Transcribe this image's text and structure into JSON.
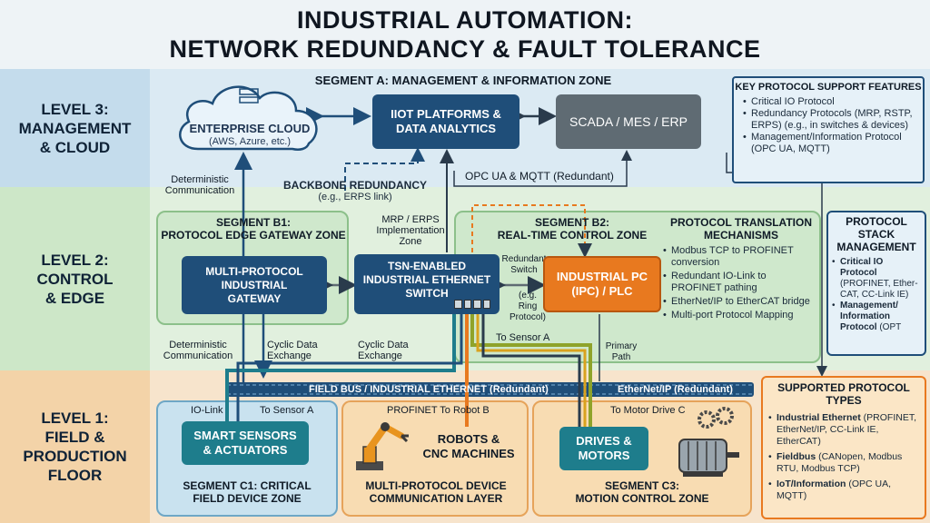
{
  "title": {
    "line1": "INDUSTRIAL AUTOMATION:",
    "line2": "NETWORK REDUNDANCY & FAULT TOLERANCE"
  },
  "levels": {
    "l3": [
      "LEVEL 3:",
      "MANAGEMENT",
      "& CLOUD"
    ],
    "l2": [
      "LEVEL 2:",
      "CONTROL",
      "& EDGE"
    ],
    "l1": [
      "LEVEL 1:",
      "FIELD &",
      "PRODUCTION",
      "FLOOR"
    ]
  },
  "segment_a": "SEGMENT A: MANAGEMENT & INFORMATION ZONE",
  "cloud": {
    "title": "ENTERPRISE CLOUD",
    "sub": "(AWS, Azure, etc.)"
  },
  "iiot": [
    "IIOT PLATFORMS &",
    "DATA ANALYTICS"
  ],
  "scada": "SCADA / MES / ERP",
  "key_features": {
    "title": "KEY PROTOCOL SUPPORT FEATURES",
    "items": [
      "Critical IO Protocol",
      "Redundancy Protocols (MRP, RSTP, ERPS) (e.g., in switches & devices)",
      "Management/Information Protocol (OPC UA, MQTT)"
    ]
  },
  "labels": {
    "deterministic_top": [
      "Deterministic",
      "Communication"
    ],
    "backbone": [
      "BACKBONE REDUNDANCY",
      "(e.g., ERPS link)"
    ],
    "opcua": "OPC UA & MQTT (Redundant)",
    "mrp": [
      "MRP / ERPS",
      "Implementation",
      "Zone"
    ],
    "redundant_switch": [
      "Redundant",
      "Switch"
    ],
    "ring": [
      "(e.g.",
      "Ring",
      "Protocol)"
    ],
    "deterministic_bottom": [
      "Deterministic",
      "Communication"
    ],
    "cyclic1": [
      "Cyclic Data",
      "Exchange"
    ],
    "cyclic2": [
      "Cyclic Data",
      "Exchange"
    ],
    "to_sensor_a_mid": "To Sensor A",
    "primary_path": [
      "Primary",
      "Path"
    ],
    "fieldbus": "FIELD BUS / INDUSTRIAL ETHERNET (Redundant)",
    "ethernetip": "EtherNet/IP (Redundant)",
    "iolink": "IO-Link",
    "to_sensor_a": "To Sensor A",
    "profinet": "PROFINET To Robot B",
    "to_motor": "To Motor Drive C"
  },
  "segment_b1": {
    "title": [
      "SEGMENT B1:",
      "PROTOCOL EDGE GATEWAY ZONE"
    ]
  },
  "gateway": [
    "MULTI-PROTOCOL",
    "INDUSTRIAL",
    "GATEWAY"
  ],
  "tsn": [
    "TSN-ENABLED",
    "INDUSTRIAL ETHERNET",
    "SWITCH"
  ],
  "segment_b2": {
    "title": [
      "SEGMENT B2:",
      "REAL-TIME CONTROL ZONE"
    ]
  },
  "ipc": [
    "INDUSTRIAL PC",
    "(IPC) / PLC"
  ],
  "translation": {
    "title": [
      "PROTOCOL TRANSLATION",
      "MECHANISMS"
    ],
    "items": [
      "Modbus TCP to PROFINET conversion",
      "Redundant IO-Link to PROFINET pathing",
      "EtherNet/IP to EtherCAT bridge",
      "Multi-port Protocol Mapping"
    ]
  },
  "stack": {
    "title": [
      "PROTOCOL",
      "STACK",
      "MANAGEMENT"
    ],
    "item1_bold": "Critical IO Protocol",
    "item1_sub": "(PROFINET, Ether-CAT, CC-Link IE)",
    "item2_bold": "Management/ Information Protocol",
    "item2_sub": "(OPT"
  },
  "supported": {
    "title": [
      "SUPPORTED PROTOCOL",
      "TYPES"
    ],
    "items": [
      {
        "bold": "Industrial Ethernet",
        "text": " (PROFINET, EtherNet/IP, CC-Link IE, EtherCAT)"
      },
      {
        "bold": "Fieldbus",
        "text": " (CANopen, Modbus RTU, Modbus TCP)"
      },
      {
        "bold": "IoT/Information",
        "text": " (OPC UA, MQTT)"
      }
    ]
  },
  "smart_sensors": [
    "SMART SENSORS",
    "& ACTUATORS"
  ],
  "segment_c1": [
    "SEGMENT C1: CRITICAL",
    "FIELD DEVICE ZONE"
  ],
  "robots": [
    "ROBOTS &",
    "CNC MACHINES"
  ],
  "multi_layer": [
    "MULTI-PROTOCOL DEVICE",
    "COMMUNICATION LAYER"
  ],
  "drives": [
    "DRIVES &",
    "MOTORS"
  ],
  "segment_c3": [
    "SEGMENT C3:",
    "MOTION CONTROL ZONE"
  ],
  "colors": {
    "navy": "#1f4e79",
    "teal": "#1e7d8c",
    "orange": "#e8791f",
    "gray": "#5f6b73",
    "green_zone": "#d8ecd6",
    "orange_zone": "#f6dcb8",
    "blue_zone": "#cfe4f0"
  }
}
